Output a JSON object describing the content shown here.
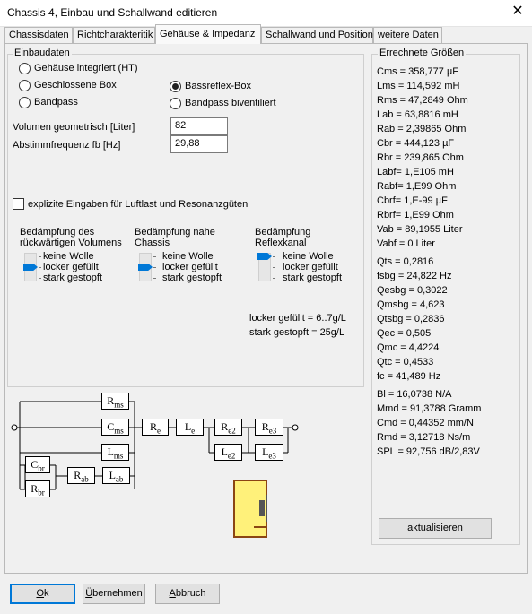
{
  "window": {
    "title": "Chassis 4, Einbau und Schallwand editieren",
    "close": "✕"
  },
  "tabs": [
    {
      "label": "Chassisdaten"
    },
    {
      "label": "Richtcharakteritik"
    },
    {
      "label": "Gehäuse & Impedanz"
    },
    {
      "label": "Schallwand und Position"
    },
    {
      "label": "weitere Daten"
    }
  ],
  "einbaudaten": {
    "legend": "Einbaudaten",
    "options": [
      {
        "label": "Gehäuse integriert (HT)",
        "checked": false
      },
      {
        "label": "Geschlossene Box",
        "checked": false
      },
      {
        "label": "Bandpass",
        "checked": false
      },
      {
        "label": "Bassreflex-Box",
        "checked": true
      },
      {
        "label": "Bandpass biventiliert",
        "checked": false
      }
    ]
  },
  "fields": {
    "volumen_label": "Volumen geometrisch [Liter]",
    "volumen_value": "82",
    "fb_label": "Abstimmfrequenz fb [Hz]",
    "fb_value": "29,88"
  },
  "explizit_label": "explizite Eingaben für Luftlast und Resonanzgüten",
  "daempfung": [
    {
      "title1": "Bedämpfung des",
      "title2": "rückwärtigen Volumens",
      "level": 1
    },
    {
      "title1": "Bedämpfung nahe",
      "title2": "Chassis",
      "level": 1
    },
    {
      "title1": "Bedämpfung",
      "title2": "Reflexkanal",
      "level": 0
    }
  ],
  "daempfung_levels": [
    "keine Wolle",
    "locker gefüllt",
    "stark gestopft"
  ],
  "fill_notes": [
    "locker gefüllt = 6..7g/L",
    "stark gestopft = 25g/L"
  ],
  "errechnete": {
    "legend": "Errechnete Größen",
    "group1": [
      "Cms = 358,777 µF",
      "Lms = 114,592 mH",
      "Rms = 47,2849 Ohm",
      "Lab = 63,8816 mH",
      "Rab = 2,39865 Ohm",
      "Cbr = 444,123 µF",
      "Rbr = 239,865 Ohm",
      "Labf= 1,E105 mH",
      "Rabf= 1,E99 Ohm",
      "Cbrf= 1,E-99 µF",
      "Rbrf= 1,E99 Ohm",
      "Vab = 89,1955 Liter",
      "Vabf = 0 Liter"
    ],
    "group2": [
      "Qts = 0,2816",
      "fsbg = 24,822 Hz",
      "Qesbg = 0,3022",
      "Qmsbg = 4,623",
      "Qtsbg = 0,2836",
      "Qec = 0,505",
      "Qmc = 4,4224",
      "Qtc = 0,4533",
      "fc  = 41,489 Hz"
    ],
    "group3": [
      "Bl  = 16,0738 N/A",
      "Mmd = 91,3788 Gramm",
      "Cmd = 0,44352 mm/N",
      "Rmd = 3,12718 Ns/m",
      "SPL = 92,756 dB/2,83V"
    ],
    "refresh_button": "aktualisieren"
  },
  "circuit": {
    "components": [
      {
        "base": "R",
        "sub": "ms"
      },
      {
        "base": "C",
        "sub": "ms"
      },
      {
        "base": "L",
        "sub": "ms"
      },
      {
        "base": "R",
        "sub": "e"
      },
      {
        "base": "L",
        "sub": "e"
      },
      {
        "base": "R",
        "sub": "e2"
      },
      {
        "base": "R",
        "sub": "e3"
      },
      {
        "base": "L",
        "sub": "e2"
      },
      {
        "base": "L",
        "sub": "e3"
      },
      {
        "base": "C",
        "sub": "br"
      },
      {
        "base": "R",
        "sub": "br"
      },
      {
        "base": "R",
        "sub": "ab"
      },
      {
        "base": "L",
        "sub": "ab"
      }
    ]
  },
  "buttons": {
    "ok": {
      "u": "O",
      "rest": "k"
    },
    "uebernehmen": {
      "u": "Ü",
      "rest": "bernehmen"
    },
    "abbruch": {
      "u": "A",
      "rest": "bbruch"
    }
  },
  "colors": {
    "accent": "#0078d7",
    "enclosure_fill": "#fff17a",
    "enclosure_stroke": "#8b4513"
  }
}
